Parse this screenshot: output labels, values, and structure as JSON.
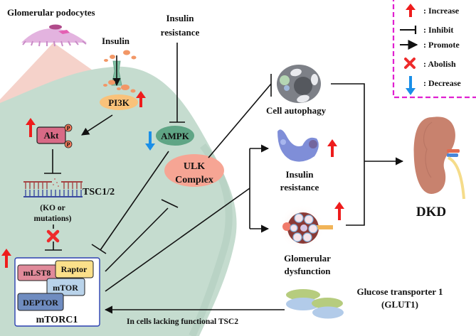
{
  "title": "TSC/mTORC1 signaling in glomerular podocytes and DKD",
  "colors": {
    "cell_fill": "#c5dccf",
    "increase": "#ee1c1c",
    "decrease": "#1a8fe8",
    "legend_border": "#e020d0",
    "pi3k": "#f9c27a",
    "akt": "#d86a86",
    "ampk": "#5fa585",
    "ulk": "#f6a594",
    "mlst8": "#e08a9a",
    "raptor": "#fbe08a",
    "mtor": "#b9d3ea",
    "deptor": "#6f8cc0",
    "mtorc1_border": "#2b3fb0"
  },
  "labels": {
    "glomerular_podocytes": "Glomerular podocytes",
    "insulin": "Insulin",
    "insulin_resistance_top_1": "Insulin",
    "insulin_resistance_top_2": "resistance",
    "pi3k": "PI3K",
    "akt": "Akt",
    "phospho": "P",
    "tsc": "TSC1/2",
    "ko_1": "(KO or",
    "ko_2": "mutations)",
    "ampk": "AMPK",
    "ulk_1": "ULK",
    "ulk_2": "Complex",
    "mlst8": "mLST8",
    "raptor": "Raptor",
    "mtor": "mTOR",
    "deptor": "DEPTOR",
    "mtorc1": "mTORC1",
    "cell_autophagy": "Cell autophagy",
    "insulin_resistance_1": "Insulin",
    "insulin_resistance_2": "resistance",
    "glomerular_1": "Glomerular",
    "glomerular_2": "dysfunction",
    "dkd": "DKD",
    "glut1_1": "Glucose transporter 1",
    "glut1_2": "(GLUT1)",
    "tsc2_note": "In cells lacking functional TSC2"
  },
  "legend": {
    "items": [
      {
        "icon": "increase-arrow",
        "label": ": Increase"
      },
      {
        "icon": "inhibit-bar",
        "label": ": Inhibit"
      },
      {
        "icon": "promote-arrow",
        "label": ": Promote"
      },
      {
        "icon": "abolish-x",
        "label": ": Abolish"
      },
      {
        "icon": "decrease-arrow",
        "label": ": Decrease"
      }
    ]
  }
}
